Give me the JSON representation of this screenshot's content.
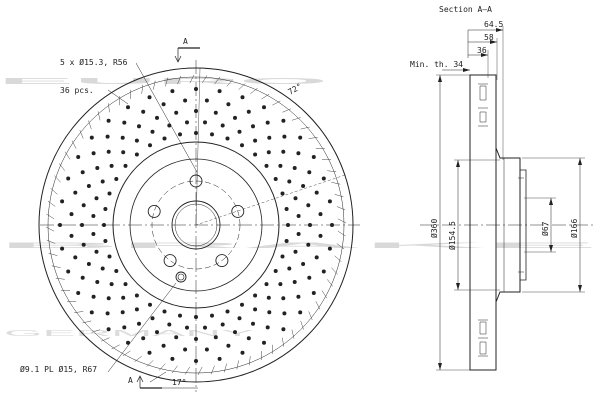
{
  "watermark": {
    "line1": "EURO",
    "line2": "BRAKE",
    "line3": "GERMANY"
  },
  "front_view": {
    "bolt_callout": "5 x Ø15.3, R56",
    "holes_callout": "36 pcs.",
    "angle_top": "72°",
    "angle_bottom": "17°",
    "section_marker": "A",
    "pin_callout": "Ø9.1 PL Ø15, R67"
  },
  "section_view": {
    "title": "Section A–A",
    "min_thickness": "Min. th. 34",
    "dims": {
      "height": "64.5",
      "offset_58": "58",
      "offset_36": "36",
      "outer_dia": "Ø360",
      "hat_dia": "Ø154.5",
      "center_dia": "Ø67",
      "hub_dia": "Ø166"
    }
  },
  "colors": {
    "line": "#222222",
    "watermark": "#d9d9d9"
  }
}
